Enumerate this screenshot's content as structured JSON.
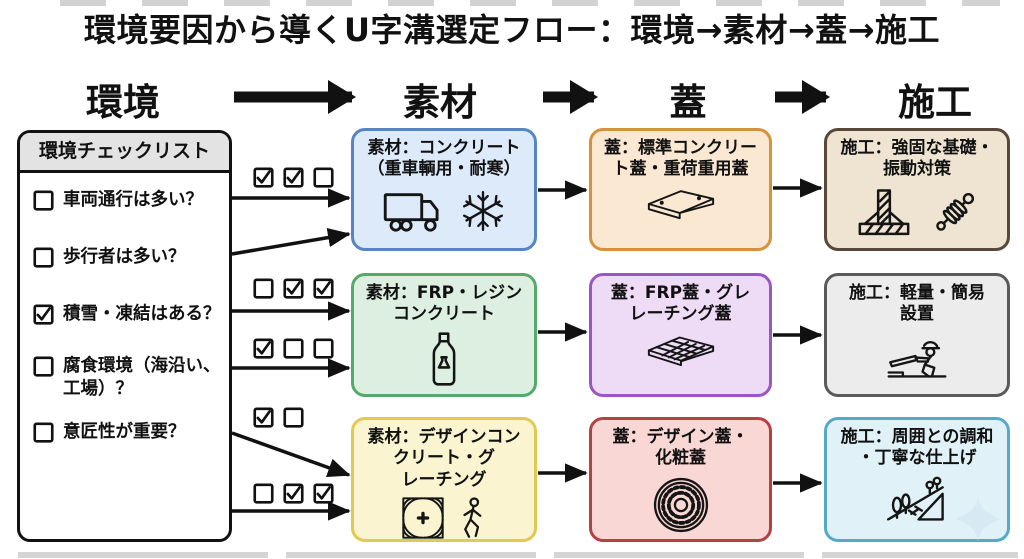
{
  "title": "環境要因から導くU字溝選定フロー：環境→素材→蓋→施工",
  "flow_header": {
    "steps": [
      {
        "label": "環境"
      },
      {
        "label": "素材"
      },
      {
        "label": "蓋"
      },
      {
        "label": "施工"
      }
    ]
  },
  "checklist": {
    "header": "環境チェックリスト",
    "items": [
      {
        "checked": false,
        "label": "車両通行は多い？"
      },
      {
        "checked": false,
        "label": "歩行者は多い？"
      },
      {
        "checked": true,
        "label": "積雪・凍結はある？"
      },
      {
        "checked": false,
        "label": "腐食環境（海沿い、\n工場）？"
      },
      {
        "checked": false,
        "label": "意匠性が重要？"
      }
    ]
  },
  "mini_check_groups": [
    {
      "checks": [
        true,
        true,
        false
      ]
    },
    {
      "checks": [
        false,
        true,
        true
      ]
    },
    {
      "checks": [
        true,
        false,
        false
      ]
    },
    {
      "checks": [
        true,
        false
      ]
    },
    {
      "checks": [
        false,
        true,
        true
      ]
    }
  ],
  "boxes": {
    "material": [
      {
        "title": "素材：コンクリート\n（重車輌用・耐寒）",
        "icons": [
          "truck-icon",
          "snowflake-icon"
        ],
        "bg": "#ddeafa",
        "border": "#5585c4"
      },
      {
        "title": "素材：FRP・レジン\nコンクリート",
        "icons": [
          "resin-bottle-icon"
        ],
        "bg": "#dcefe0",
        "border": "#55a96b"
      },
      {
        "title": "素材：デザインコン\nクリート・グ\nレーチング",
        "icons": [
          "tile-pattern-icon",
          "pedestrian-icon"
        ],
        "bg": "#faf4d0",
        "border": "#e2c94f"
      }
    ],
    "cover": [
      {
        "title": "蓋：標準コンクリー\nト蓋・重荷重用蓋",
        "icons": [
          "concrete-lid-icon"
        ],
        "bg": "#fbe8d2",
        "border": "#d6913d"
      },
      {
        "title": "蓋：FRP蓋・グレ\nレーチング蓋",
        "icons": [
          "grating-icon"
        ],
        "bg": "#eedcf6",
        "border": "#9c55c4"
      },
      {
        "title": "蓋：デザイン蓋・\n化粧蓋",
        "icons": [
          "ornate-cover-icon"
        ],
        "bg": "#f8d7d4",
        "border": "#b04343"
      }
    ],
    "construction": [
      {
        "title": "施工：強固な基礎・\n振動対策",
        "icons": [
          "foundation-icon",
          "shock-absorber-icon"
        ],
        "bg": "#efe4d2",
        "border": "#58483a"
      },
      {
        "title": "施工：軽量・簡易\n設置",
        "icons": [
          "worker-icon"
        ],
        "bg": "#ececec",
        "border": "#5a5a5a"
      },
      {
        "title": "施工：周囲との調和\n・丁寧な仕上げ",
        "icons": [
          "landscaping-icon"
        ],
        "bg": "#e0f1f8",
        "border": "#54aac8"
      }
    ]
  },
  "watermark": {
    "icon": "sparkle-icon",
    "color": "#d7e9f2"
  },
  "colors": {
    "arrow": "#111111",
    "text": "#111111",
    "checklist_header_bg": "#e3e3e3"
  }
}
